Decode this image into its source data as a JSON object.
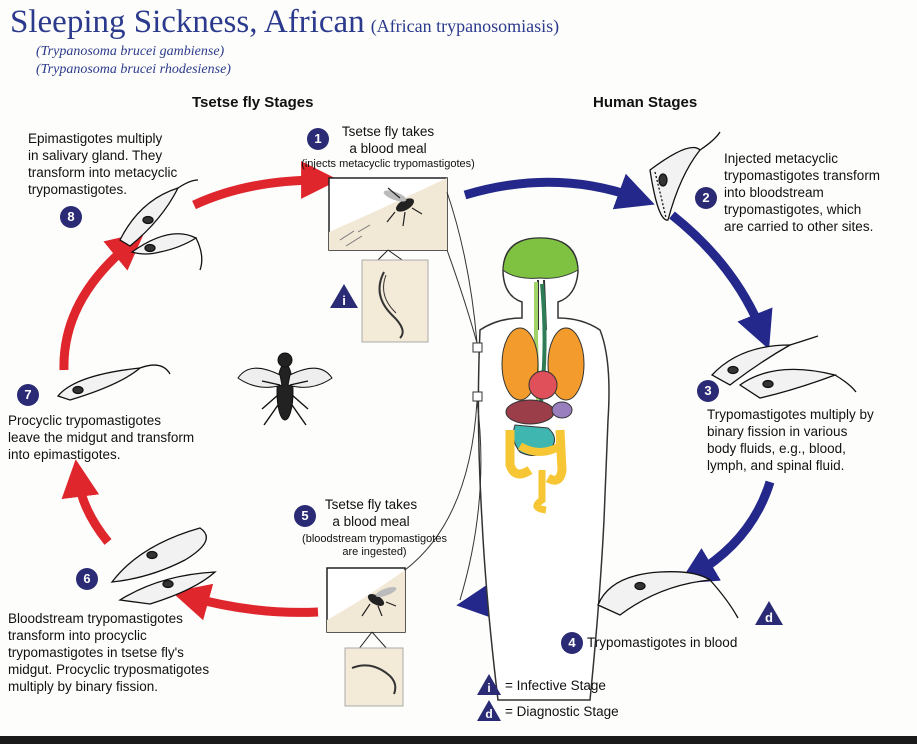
{
  "title": {
    "main": "Sleeping Sickness, African",
    "subtitle": "(African trypanosomiasis)",
    "species_1": "(Trypanosoma brucei gambiense)",
    "species_2": "(Trypanosoma brucei rhodesiense)"
  },
  "headings": {
    "tsetse": "Tsetse fly Stages",
    "human": "Human Stages"
  },
  "steps": [
    {
      "number": "1",
      "text": "Tsetse fly takes\na blood meal",
      "note": "(injects metacyclic trypomastigotes)"
    },
    {
      "number": "2",
      "text": "Injected metacyclic\ntrypomastigotes transform\ninto bloodstream\ntrypomastigotes, which\nare carried to other sites."
    },
    {
      "number": "3",
      "text": "Trypomastigotes multiply by\nbinary fission in various\nbody fluids, e.g., blood,\nlymph, and spinal fluid."
    },
    {
      "number": "4",
      "text": "Trypomastigotes in blood"
    },
    {
      "number": "5",
      "text": "Tsetse fly takes\na blood meal",
      "note": "(bloodstream trypomastigotes\nare ingested)"
    },
    {
      "number": "6",
      "text": "Bloodstream trypomastigotes\ntransform into procyclic\ntrypomastigotes in tsetse fly's\nmidgut. Procyclic tryposmatigotes\nmultiply by binary fission."
    },
    {
      "number": "7",
      "text": "Procyclic trypomastigotes\nleave the midgut and transform\ninto epimastigotes."
    },
    {
      "number": "8",
      "text": "Epimastigotes multiply\nin salivary gland. They\ntransform into metacyclic\ntrypomastigotes."
    }
  ],
  "legend": {
    "infective_symbol": "i",
    "infective_label": "= Infective Stage",
    "diagnostic_symbol": "d",
    "diagnostic_label": "= Diagnostic Stage"
  },
  "colors": {
    "title": "#2b3a8c",
    "human_arrow": "#23288a",
    "tsetse_arrow": "#e0262d",
    "badge": "#2a2b74"
  }
}
